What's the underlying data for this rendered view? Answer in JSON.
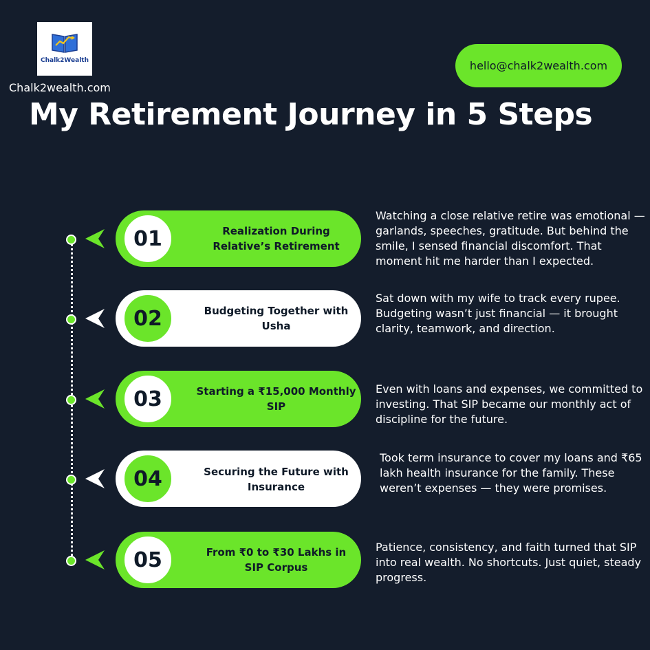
{
  "brand": {
    "logo_name": "Chalk2Wealth",
    "site": "Chalk2wealth.com",
    "email": "hello@chalk2wealth.com"
  },
  "title": "My Retirement Journey in 5 Steps",
  "colors": {
    "background": "#141d2c",
    "accent": "#6be52a",
    "light": "#ffffff",
    "dark_text": "#0f1a28"
  },
  "steps": [
    {
      "number": "01",
      "title_lines": [
        "Realization During",
        "Relative’s Retirement"
      ],
      "description": "Watching a close relative retire was emotional — garlands, speeches, gratitude. But behind the smile, I sensed financial discomfort. That moment hit me harder than I expected."
    },
    {
      "number": "02",
      "title_lines": [
        "Budgeting Together with",
        "Usha"
      ],
      "description": "Sat down with my wife to track every rupee. Budgeting wasn’t just financial — it brought clarity, teamwork, and direction."
    },
    {
      "number": "03",
      "title_lines": [
        "Starting a ₹15,000 Monthly",
        "SIP"
      ],
      "description": "Even with loans and expenses, we committed to investing. That SIP became our monthly act of discipline for the future."
    },
    {
      "number": "04",
      "title_lines": [
        "Securing the Future with",
        "Insurance"
      ],
      "description": "Took term insurance to cover my loans and ₹65 lakh health insurance for the family. These weren’t expenses — they were promises."
    },
    {
      "number": "05",
      "title_lines": [
        "From ₹0 to ₹30 Lakhs in",
        "SIP Corpus"
      ],
      "description": "Patience, consistency, and faith turned that SIP into real wealth. No shortcuts. Just quiet, steady progress."
    }
  ]
}
